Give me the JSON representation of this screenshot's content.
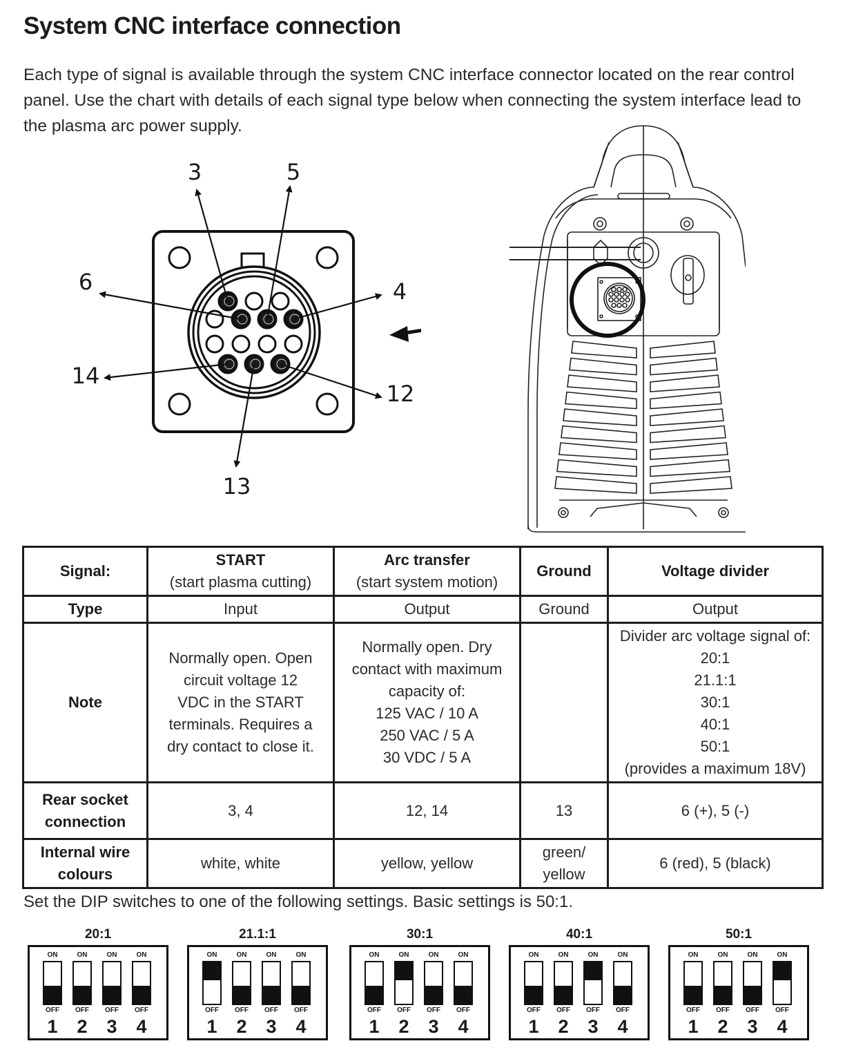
{
  "page": {
    "title": "System CNC interface connection",
    "intro": "Each type of signal is available through the system CNC interface connector located on the rear control panel. Use the chart with details of each signal type below when connecting the system interface lead to the plasma arc power supply."
  },
  "connector_diagram": {
    "pin_labels": [
      "3",
      "5",
      "6",
      "4",
      "14",
      "12",
      "13"
    ],
    "highlighted_pins": [
      "3",
      "6",
      "5",
      "4",
      "14",
      "13",
      "12"
    ],
    "icons": [
      "connector-socket-icon",
      "arrow-pointer-icon",
      "power-supply-rear-view-icon"
    ]
  },
  "table": {
    "header": {
      "row_label": "Signal:",
      "columns": [
        {
          "title": "START",
          "subtitle": "(start plasma cutting)"
        },
        {
          "title": "Arc transfer",
          "subtitle": "(start system motion)"
        },
        {
          "title": "Ground",
          "subtitle": ""
        },
        {
          "title": "Voltage divider",
          "subtitle": ""
        }
      ]
    },
    "rows": [
      {
        "label": "Type",
        "cells": [
          [
            "Input"
          ],
          [
            "Output"
          ],
          [
            "Ground"
          ],
          [
            "Output"
          ]
        ]
      },
      {
        "label": "Note",
        "cells": [
          [
            "Normally open. Open",
            "circuit voltage 12",
            "VDC in the START",
            "terminals. Requires a",
            "dry contact to close it."
          ],
          [
            "Normally open. Dry",
            "contact with maximum",
            "capacity of:",
            "125 VAC / 10 A",
            "250 VAC / 5 A",
            "30 VDC / 5 A"
          ],
          [],
          [
            "Divider arc voltage signal of:",
            "20:1",
            "21.1:1",
            "30:1",
            "40:1",
            "50:1",
            "(provides a maximum 18V)"
          ]
        ]
      },
      {
        "label": "Rear socket connection",
        "label_lines": [
          "Rear socket",
          "connection"
        ],
        "cells": [
          [
            "3, 4"
          ],
          [
            "12, 14"
          ],
          [
            "13"
          ],
          [
            "6 (+), 5 (-)"
          ]
        ]
      },
      {
        "label": "Internal wire colours",
        "label_lines": [
          "Internal wire",
          "colours"
        ],
        "cells": [
          [
            "white, white"
          ],
          [
            "yellow, yellow"
          ],
          [
            "green/",
            "yellow"
          ],
          [
            "6 (red), 5 (black)"
          ]
        ]
      }
    ]
  },
  "dip": {
    "intro": "Set the DIP switches to one of the following settings. Basic settings is 50:1.",
    "on_label": "ON",
    "off_label": "OFF",
    "switch_numbers": [
      "1",
      "2",
      "3",
      "4"
    ],
    "settings": [
      {
        "ratio": "20:1",
        "switches": [
          "OFF",
          "OFF",
          "OFF",
          "OFF"
        ]
      },
      {
        "ratio": "21.1:1",
        "switches": [
          "ON",
          "OFF",
          "OFF",
          "OFF"
        ]
      },
      {
        "ratio": "30:1",
        "switches": [
          "OFF",
          "ON",
          "OFF",
          "OFF"
        ]
      },
      {
        "ratio": "40:1",
        "switches": [
          "OFF",
          "OFF",
          "ON",
          "OFF"
        ]
      },
      {
        "ratio": "50:1",
        "switches": [
          "OFF",
          "OFF",
          "OFF",
          "ON"
        ]
      }
    ]
  }
}
